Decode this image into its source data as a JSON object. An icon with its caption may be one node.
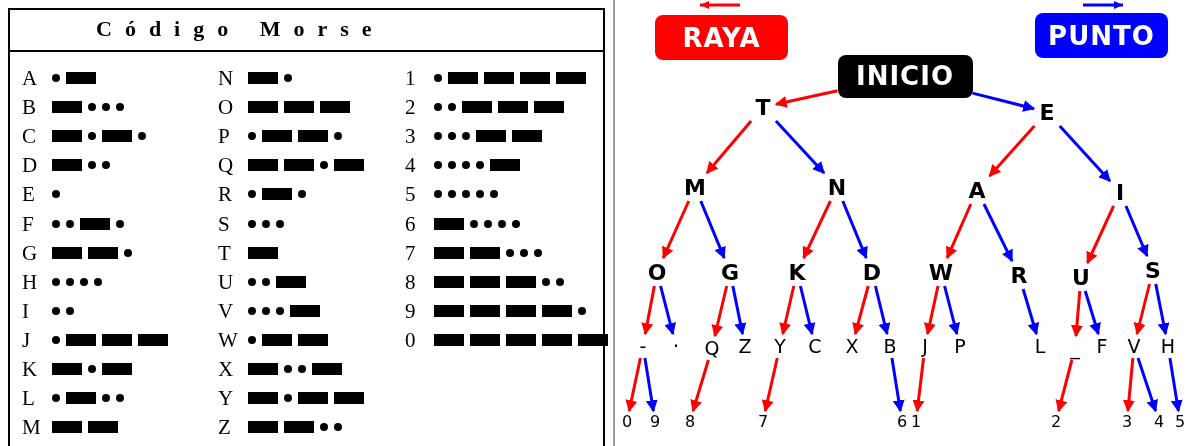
{
  "diagram": {
    "title": "Código Morse",
    "nodes": [
      {
        "text": [
          "INICIO"
        ]
      },
      {
        "text": [
          "T"
        ]
      },
      {
        "text": [
          "E"
        ]
      },
      {
        "text": [
          "M"
        ]
      },
      {
        "text": [
          "N"
        ]
      },
      {
        "text": [
          "A"
        ]
      },
      {
        "text": [
          "I"
        ]
      },
      {
        "text": [
          "O"
        ]
      },
      {
        "text": [
          "G"
        ]
      },
      {
        "text": [
          "K"
        ]
      },
      {
        "text": [
          "D"
        ]
      },
      {
        "text": [
          "W"
        ]
      },
      {
        "text": [
          "R"
        ]
      },
      {
        "text": [
          "U"
        ]
      },
      {
        "text": [
          "S"
        ]
      },
      {
        "text": [
          "-"
        ]
      },
      {
        "text": [
          "·"
        ]
      },
      {
        "text": [
          "Q"
        ]
      },
      {
        "text": [
          "Z"
        ]
      },
      {
        "text": [
          "Y"
        ]
      },
      {
        "text": [
          "C"
        ]
      },
      {
        "text": [
          "X"
        ]
      },
      {
        "text": [
          "B"
        ]
      },
      {
        "text": [
          "J"
        ]
      },
      {
        "text": [
          "P"
        ]
      },
      {
        "text": [
          "L"
        ]
      },
      {
        "text": [
          "_"
        ]
      },
      {
        "text": [
          "F"
        ]
      },
      {
        "text": [
          "V"
        ]
      },
      {
        "text": [
          "H"
        ]
      },
      {
        "text": [
          "0"
        ]
      },
      {
        "text": [
          "9"
        ]
      },
      {
        "text": [
          "8"
        ]
      },
      {
        "text": [
          "7"
        ]
      },
      {
        "text": [
          "6"
        ]
      },
      {
        "text": [
          "1"
        ]
      },
      {
        "text": [
          "2"
        ]
      },
      {
        "text": [
          "3"
        ]
      },
      {
        "text": [
          "4"
        ]
      },
      {
        "text": [
          "5"
        ]
      }
    ],
    "edges": [
      {
        "from": 0,
        "to": 1,
        "arrow": "to",
        "color": "#ff0000"
      },
      {
        "from": 0,
        "to": 2,
        "arrow": "to",
        "color": "#0000ff"
      },
      {
        "from": 1,
        "to": 3,
        "arrow": "to",
        "color": "#ff0000"
      },
      {
        "from": 1,
        "to": 4,
        "arrow": "to",
        "color": "#0000ff"
      },
      {
        "from": 2,
        "to": 5,
        "arrow": "to",
        "color": "#ff0000"
      },
      {
        "from": 2,
        "to": 6,
        "arrow": "to",
        "color": "#0000ff"
      },
      {
        "from": 3,
        "to": 7,
        "arrow": "to",
        "color": "#ff0000"
      },
      {
        "from": 3,
        "to": 8,
        "arrow": "to",
        "color": "#0000ff"
      },
      {
        "from": 4,
        "to": 9,
        "arrow": "to",
        "color": "#ff0000"
      },
      {
        "from": 4,
        "to": 10,
        "arrow": "to",
        "color": "#0000ff"
      },
      {
        "from": 5,
        "to": 11,
        "arrow": "to",
        "color": "#ff0000"
      },
      {
        "from": 5,
        "to": 12,
        "arrow": "to",
        "color": "#0000ff"
      },
      {
        "from": 6,
        "to": 13,
        "arrow": "to",
        "color": "#ff0000"
      },
      {
        "from": 6,
        "to": 14,
        "arrow": "to",
        "color": "#0000ff"
      },
      {
        "from": 7,
        "to": 15,
        "arrow": "to",
        "color": "#ff0000"
      },
      {
        "from": 7,
        "to": 16,
        "arrow": "to",
        "color": "#0000ff"
      },
      {
        "from": 8,
        "to": 17,
        "arrow": "to",
        "color": "#ff0000"
      },
      {
        "from": 8,
        "to": 18,
        "arrow": "to",
        "color": "#0000ff"
      },
      {
        "from": 9,
        "to": 19,
        "arrow": "to",
        "color": "#ff0000"
      },
      {
        "from": 9,
        "to": 20,
        "arrow": "to",
        "color": "#0000ff"
      },
      {
        "from": 10,
        "to": 21,
        "arrow": "to",
        "color": "#ff0000"
      },
      {
        "from": 10,
        "to": 22,
        "arrow": "to",
        "color": "#0000ff"
      },
      {
        "from": 11,
        "to": 23,
        "arrow": "to",
        "color": "#ff0000"
      },
      {
        "from": 11,
        "to": 24,
        "arrow": "to",
        "color": "#0000ff"
      },
      {
        "from": 12,
        "to": 25,
        "arrow": "to",
        "color": "#0000ff"
      },
      {
        "from": 13,
        "to": 26,
        "arrow": "to",
        "color": "#ff0000"
      },
      {
        "from": 13,
        "to": 27,
        "arrow": "to",
        "color": "#0000ff"
      },
      {
        "from": 14,
        "to": 28,
        "arrow": "to",
        "color": "#ff0000"
      },
      {
        "from": 14,
        "to": 29,
        "arrow": "to",
        "color": "#0000ff"
      },
      {
        "from": 15,
        "to": 30,
        "arrow": "to",
        "color": "#ff0000"
      },
      {
        "from": 15,
        "to": 31,
        "arrow": "to",
        "color": "#0000ff"
      },
      {
        "from": 17,
        "to": 32,
        "arrow": "to",
        "color": "#ff0000"
      },
      {
        "from": 19,
        "to": 33,
        "arrow": "to",
        "color": "#ff0000"
      },
      {
        "from": 22,
        "to": 34,
        "arrow": "to",
        "color": "#0000ff"
      },
      {
        "from": 23,
        "to": 35,
        "arrow": "to",
        "color": "#ff0000"
      },
      {
        "from": 26,
        "to": 36,
        "arrow": "to",
        "color": "#ff0000"
      },
      {
        "from": 28,
        "to": 37,
        "arrow": "to",
        "color": "#ff0000"
      },
      {
        "from": 28,
        "to": 38,
        "arrow": "to",
        "color": "#0000ff"
      },
      {
        "from": 29,
        "to": 39,
        "arrow": "to",
        "color": "#0000ff"
      }
    ],
    "labels": [
      "A",
      "N",
      "1",
      "B",
      "O",
      "2",
      "C",
      "P",
      "3",
      "D",
      "Q",
      "4",
      "E",
      "R",
      "5",
      "F",
      "S",
      "6",
      "G",
      "T",
      "7",
      "H",
      "U",
      "8",
      "I",
      "V",
      "9",
      "J",
      "W",
      "0",
      "K",
      "X",
      "L",
      "Y",
      "M",
      "Z"
    ],
    "legend": [
      {
        "text": "RAYA",
        "color": "#ff0000"
      },
      {
        "text": "PUNTO",
        "color": "#0000ff"
      }
    ]
  }
}
